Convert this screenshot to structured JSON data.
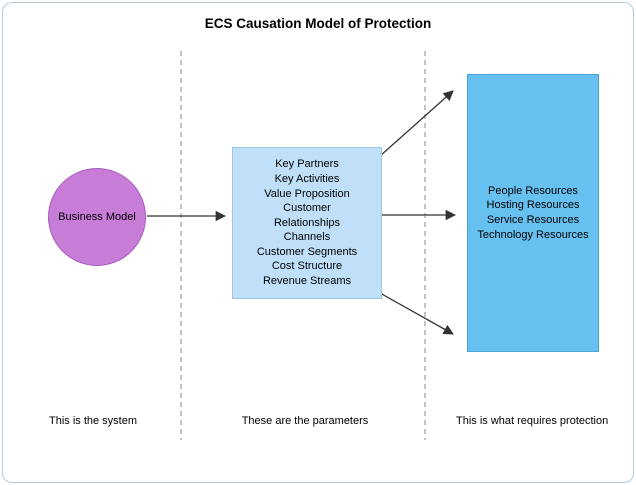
{
  "title": "ECS Causation Model of Protection",
  "system": {
    "circle_label": "Business Model",
    "caption": "This is the system"
  },
  "parameters": {
    "box_lines": "Key Partners\nKey Activities\nValue Proposition\nCustomer\nRelationships\nChannels\nCustomer Segments\nCost Structure\nRevenue Streams",
    "caption": "These are the parameters"
  },
  "protection": {
    "box_lines": "People Resources\nHosting Resources\nService Resources\nTechnology Resources",
    "caption": "This is what requires protection"
  },
  "colors": {
    "page_border": "#b3cbe2",
    "circle_fill": "#c77cd8",
    "parameters_box_fill": "#bfe0f8",
    "protection_box_fill": "#66c0f0",
    "divider": "#8a8a8a",
    "arrow": "#333333"
  }
}
